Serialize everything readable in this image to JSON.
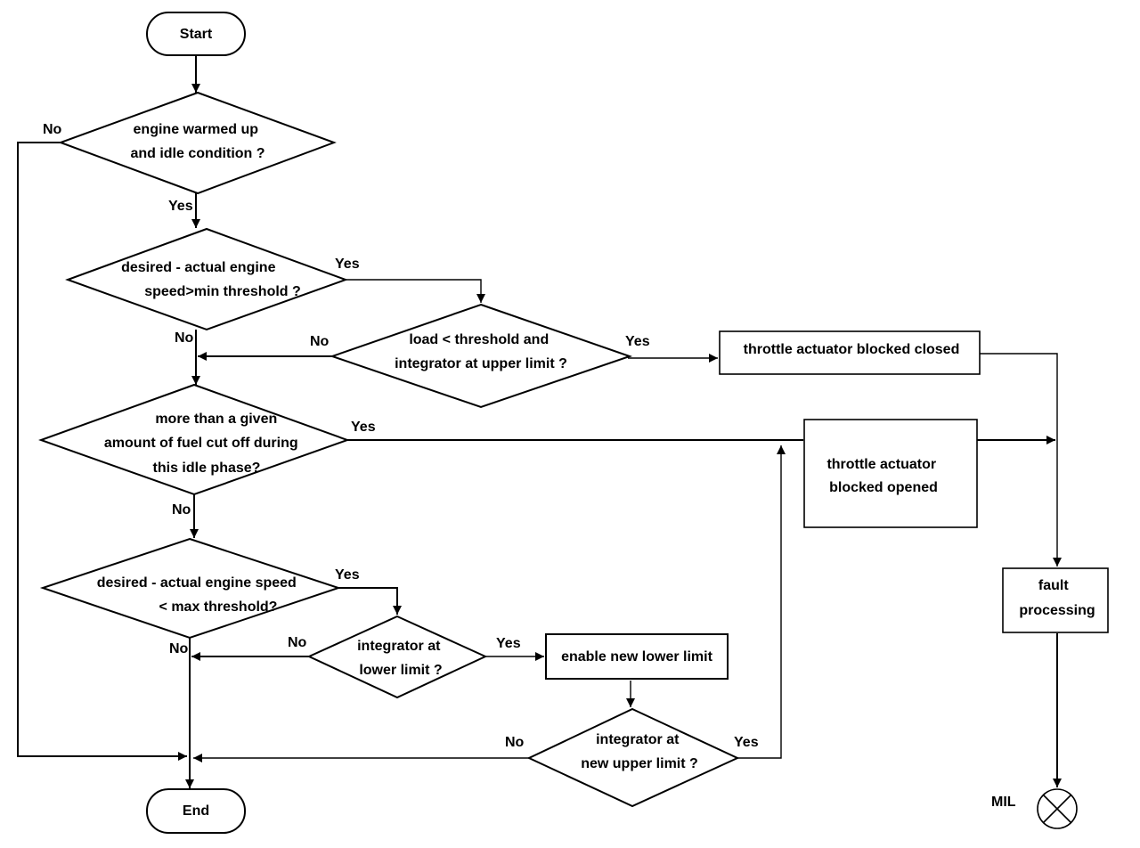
{
  "nodes": {
    "start": "Start",
    "end": "End",
    "d1": [
      "engine warmed up",
      "and idle condition ?"
    ],
    "d2": [
      "desired - actual engine",
      "speed>min threshold ?"
    ],
    "d3": [
      "load < threshold and",
      "integrator at upper limit ?"
    ],
    "d4": [
      "more than a given",
      "amount of fuel cut off during",
      "this idle phase?"
    ],
    "d5": [
      "desired - actual engine speed",
      "< max threshold?"
    ],
    "d6": [
      "integrator at",
      "lower limit ?"
    ],
    "d7": [
      "integrator at",
      "new upper limit ?"
    ],
    "p_closed": "throttle actuator blocked closed",
    "p_opened": [
      "throttle actuator",
      "blocked opened"
    ],
    "p_lower": "enable new lower limit",
    "p_fault": [
      "fault",
      "processing"
    ],
    "mil": "MIL"
  },
  "labels": {
    "yes": "Yes",
    "no": "No"
  }
}
